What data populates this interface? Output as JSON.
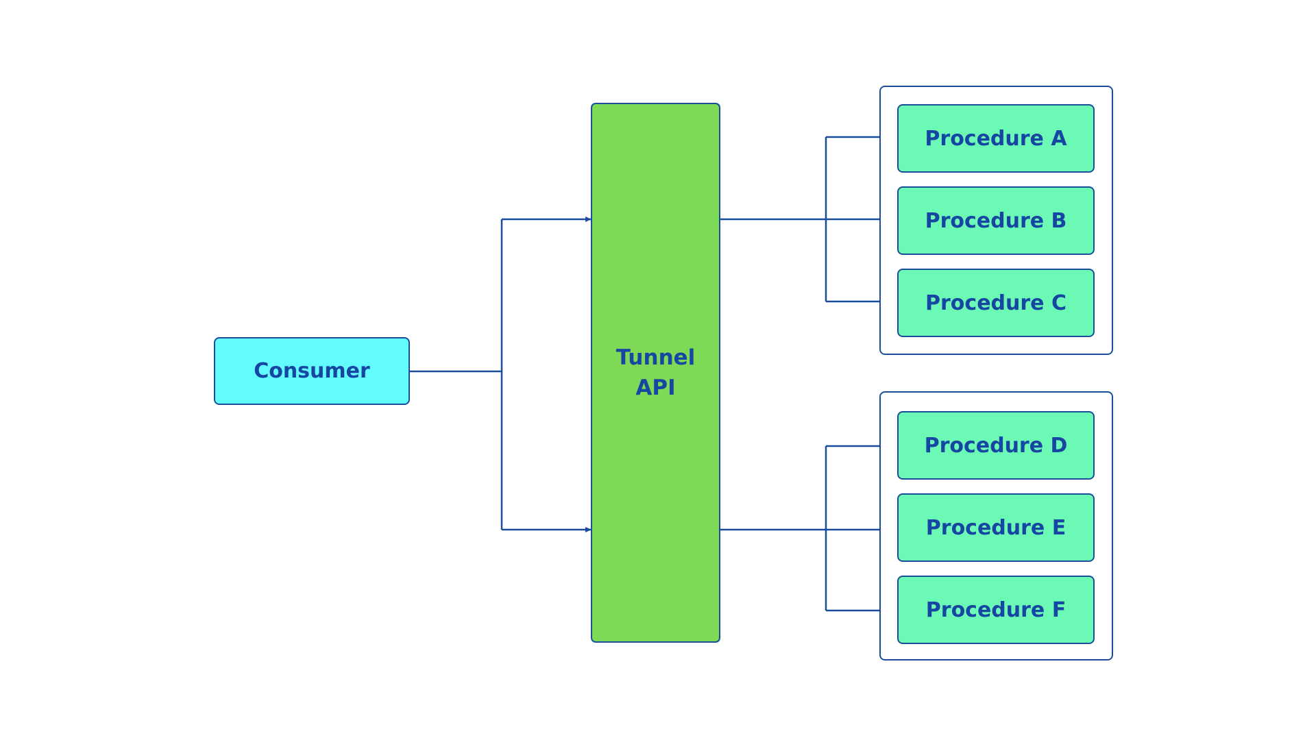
{
  "diagram": {
    "consumer": {
      "label": "Consumer"
    },
    "tunnel": {
      "line1": "Tunnel",
      "line2": "API"
    },
    "groups": [
      {
        "procedures": [
          "Procedure A",
          "Procedure B",
          "Procedure C"
        ]
      },
      {
        "procedures": [
          "Procedure D",
          "Procedure E",
          "Procedure F"
        ]
      }
    ]
  },
  "colors": {
    "stroke": "#1a4c9c",
    "text": "#1746a2",
    "consumer_fill": "#62fcfe",
    "tunnel_fill": "#7ed957",
    "procedure_fill": "#6cf8b5"
  }
}
